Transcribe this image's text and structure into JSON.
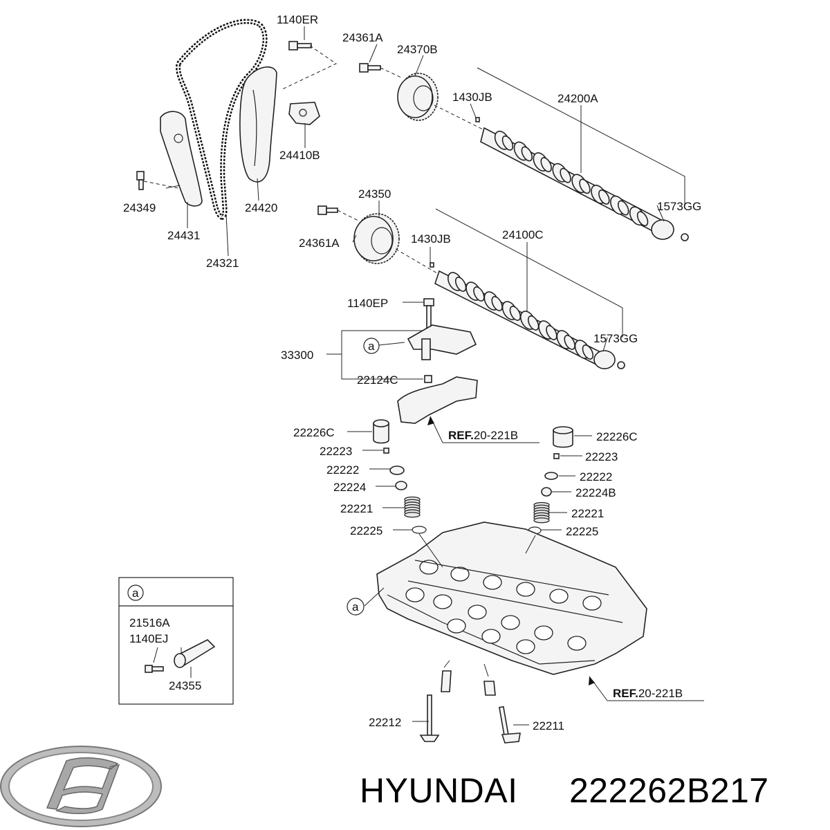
{
  "labels": {
    "p1140ER": "1140ER",
    "p24361A_top": "24361A",
    "p24370B": "24370B",
    "p1430JB_top": "1430JB",
    "p24200A": "24200A",
    "p24410B": "24410B",
    "p24349": "24349",
    "p24420": "24420",
    "p24431": "24431",
    "p24321": "24321",
    "p24350": "24350",
    "p1573GG_top": "1573GG",
    "p24361A_mid": "24361A",
    "p1430JB_mid": "1430JB",
    "p24100C": "24100C",
    "p1140EP": "1140EP",
    "p33300": "33300",
    "p1573GG_mid": "1573GG",
    "p22124C": "22124C",
    "p22226C_left": "22226C",
    "p22226C_right": "22226C",
    "p22223_left": "22223",
    "p22223_right": "22223",
    "p22222_left": "22222",
    "p22222_right": "22222",
    "p22224": "22224",
    "p22224B": "22224B",
    "p22221_left": "22221",
    "p22221_right": "22221",
    "p22225_left": "22225",
    "p22225_right": "22225",
    "p22212": "22212",
    "p22211": "22211"
  },
  "refs": {
    "ref1": {
      "bold": "REF.",
      "rest": "20-221B"
    },
    "ref2": {
      "bold": "REF.",
      "rest": "20-221B"
    }
  },
  "callouts": {
    "a_top": "a",
    "a_bottom": "a"
  },
  "inset": {
    "callout": "a",
    "label1": "21516A",
    "label2": "1140EJ",
    "label3": "24355"
  },
  "footer": {
    "brand": "HYUNDAI",
    "part_number": "222262B217",
    "logo": "hyundai-logo"
  }
}
